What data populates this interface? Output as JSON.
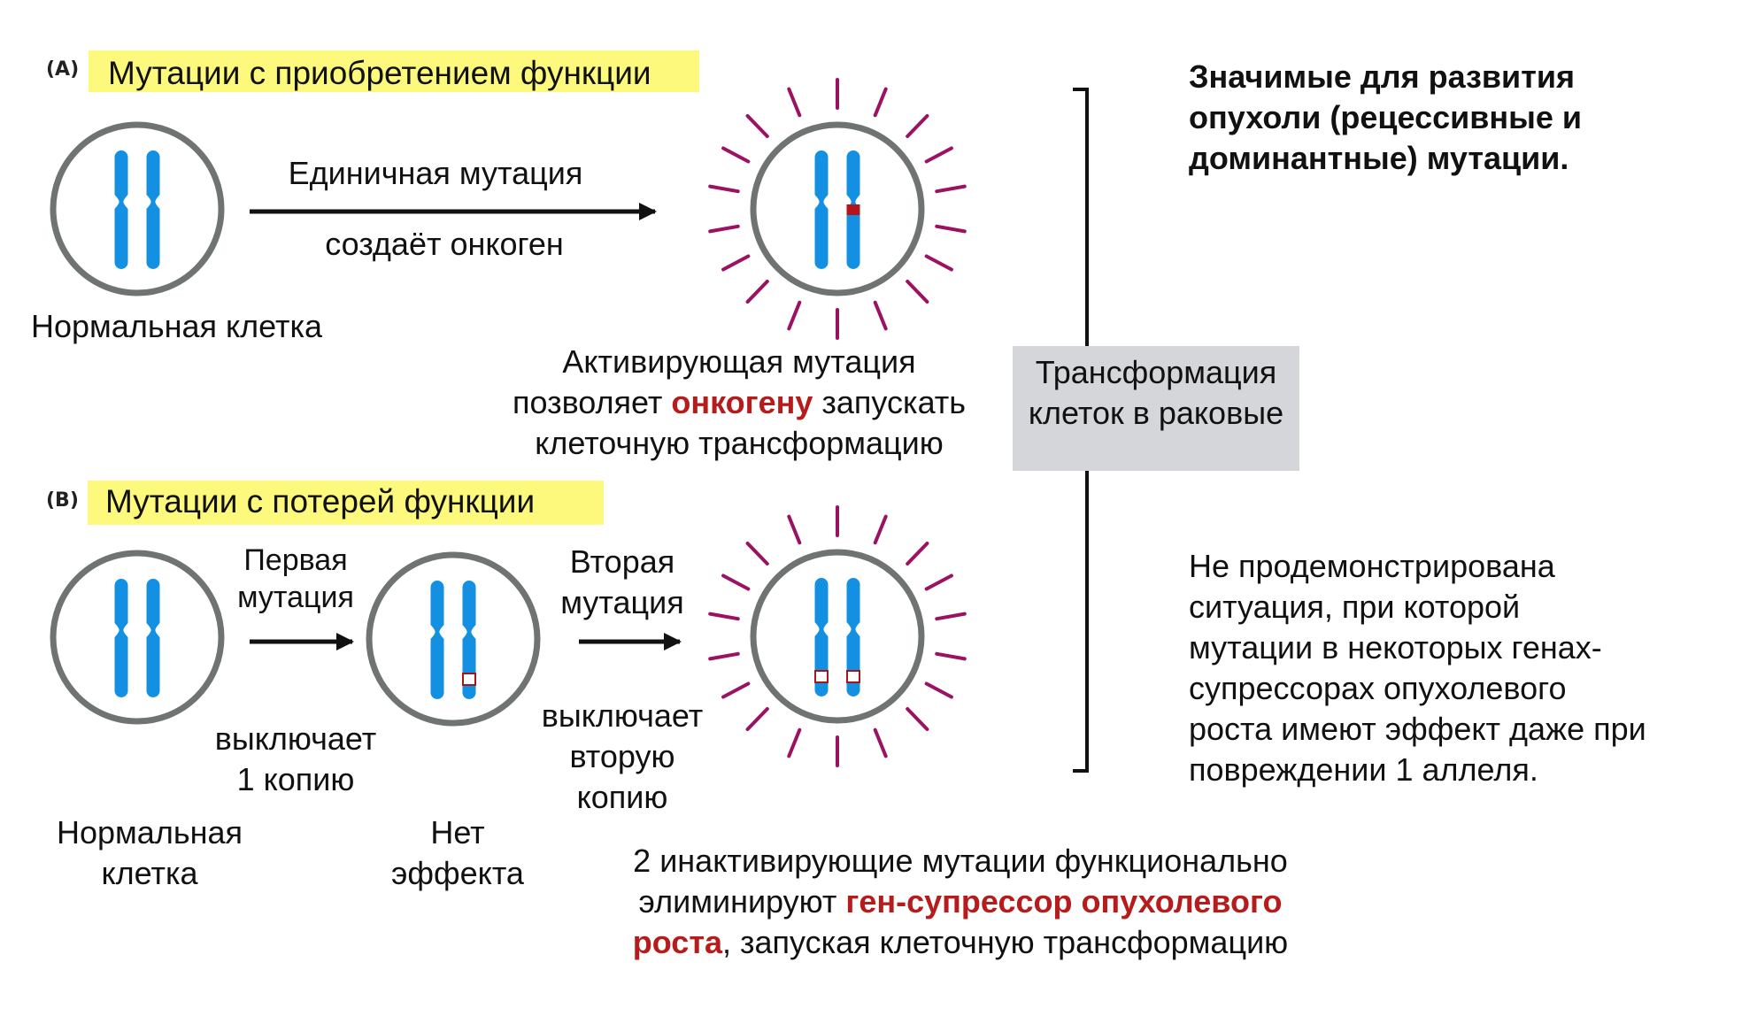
{
  "panel_a": {
    "label": "(A)",
    "title": "Мутации с приобретением функции",
    "arrow_top": "Единичная мутация",
    "arrow_bottom": "создаёт онкоген",
    "normal_cell_label": "Нормальная клетка",
    "result_text": {
      "line1": "Активирующая мутация",
      "line2_pre": "позволяет ",
      "line2_highlight": "онкогену",
      "line2_post": " запускать",
      "line3": "клеточную трансформацию"
    }
  },
  "panel_b": {
    "label": "(B)",
    "title": "Мутации с потерей функции",
    "arrow1_top": [
      "Первая",
      "мутация"
    ],
    "arrow1_bottom": [
      "выключает",
      "1 копию"
    ],
    "arrow2_top": [
      "Вторая",
      "мутация"
    ],
    "arrow2_bottom": [
      "выключает",
      "вторую",
      "копию"
    ],
    "normal_cell_label": [
      "Нормальная",
      "клетка"
    ],
    "no_effect_label": [
      "Нет",
      "эффекта"
    ],
    "result_text": {
      "line1": "2 инактивирующие мутации функционально",
      "line2_pre": "элиминируют ",
      "line2_highlight": "ген-супрессор опухолевого",
      "line3_highlight": "роста",
      "line3_post": ", запуская клеточную трансформацию"
    }
  },
  "center_box": {
    "line1": "Трансформация",
    "line2": "клеток в раковые"
  },
  "right_notes": {
    "top": [
      "Значимые для развития",
      "опухоли (рецессивные и",
      "доминантные) мутации."
    ],
    "bottom": [
      "Не продемонстрирована",
      "ситуация, при которой",
      "мутации в некоторых генах-",
      "супрессорах опухолевого",
      "роста имеют эффект даже при",
      "повреждении 1 аллеля."
    ]
  },
  "colors": {
    "highlight": "#fcf97c",
    "membrane": "#6f7473",
    "chromosome": "#1490e3",
    "mutation_active": "#b4141a",
    "mutation_inactive_border": "#a3161c",
    "rays": "#9c1262",
    "oncogene_text": "#b71c1c",
    "box": "#d5d6da"
  },
  "cells": [
    {
      "id": "a-normal",
      "state": "normal",
      "mutations": []
    },
    {
      "id": "a-cancer",
      "state": "cancer",
      "mutations": [
        {
          "chromosome": 2,
          "type": "activating"
        }
      ]
    },
    {
      "id": "b-normal",
      "state": "normal",
      "mutations": []
    },
    {
      "id": "b-one-copy",
      "state": "normal",
      "mutations": [
        {
          "chromosome": 2,
          "type": "inactivating"
        }
      ]
    },
    {
      "id": "b-cancer",
      "state": "cancer",
      "mutations": [
        {
          "chromosome": 1,
          "type": "inactivating"
        },
        {
          "chromosome": 2,
          "type": "inactivating"
        }
      ]
    }
  ]
}
